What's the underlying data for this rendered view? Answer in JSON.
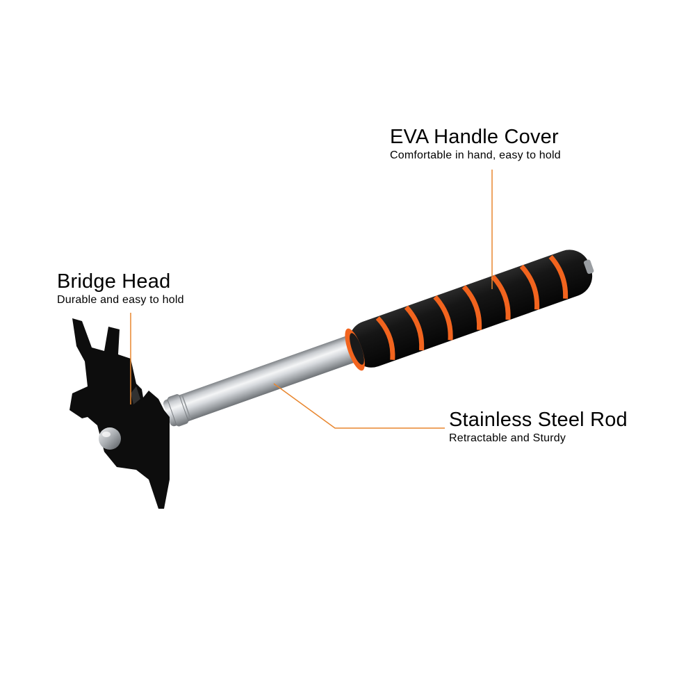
{
  "callouts": {
    "handle": {
      "title": "EVA Handle Cover",
      "subtitle": "Comfortable in hand, easy to hold"
    },
    "head": {
      "title": "Bridge Head",
      "subtitle": "Durable and easy to hold"
    },
    "rod": {
      "title": "Stainless Steel Rod",
      "subtitle": "Retractable and Sturdy"
    }
  },
  "colors": {
    "background": "#ffffff",
    "leader_line": "#e8862e",
    "foam_black": "#111111",
    "foam_orange": "#f2641e",
    "steel_light": "#e6e8ea",
    "steel_dark": "#8a8e92",
    "head_black": "#0d0d0d"
  }
}
